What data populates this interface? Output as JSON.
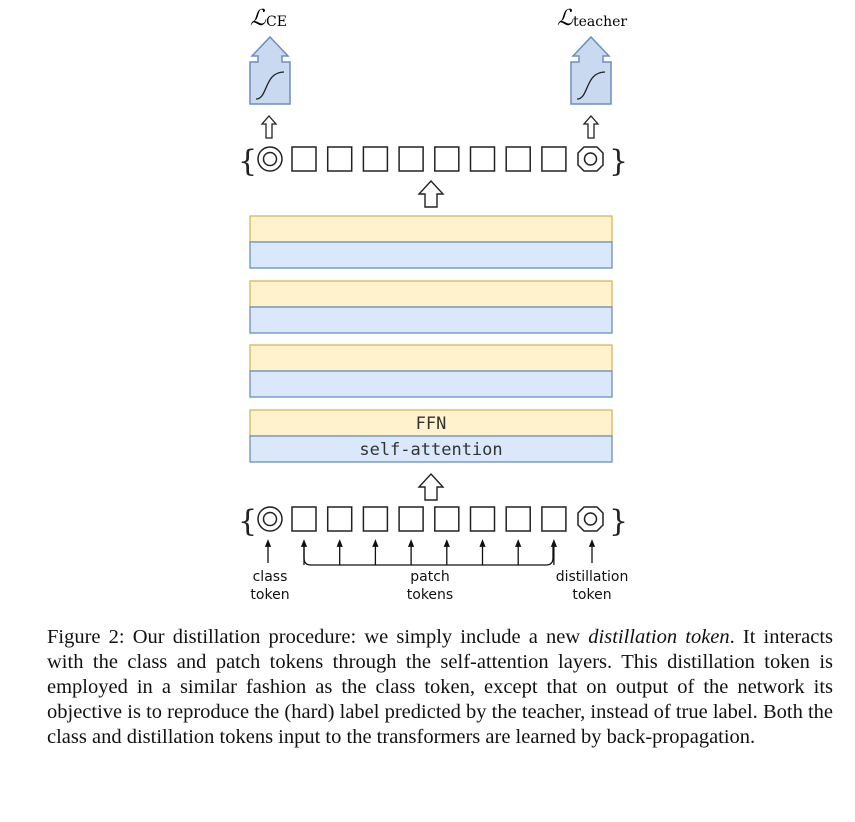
{
  "losses": {
    "left": {
      "symbol": "ℒ",
      "subscript": "CE"
    },
    "right": {
      "symbol": "ℒ",
      "subscript": "teacher"
    }
  },
  "layers": {
    "ffn_label": "FFN",
    "attention_label": "self-attention"
  },
  "tokens": {
    "patch_count": 8,
    "class_label_line1": "class",
    "class_label_line2": "token",
    "patch_label_line1": "patch",
    "patch_label_line2": "tokens",
    "distill_label_line1": "distillation",
    "distill_label_line2": "token",
    "brace_open": "{",
    "brace_close": "}"
  },
  "colors": {
    "ffn_fill": "#fff2cc",
    "ffn_stroke": "#d6b656",
    "attention_fill": "#dae8fc",
    "attention_stroke": "#6c8ebf",
    "outline": "#222222"
  },
  "caption": {
    "prefix": "Figure 2: Our distillation procedure: we simply include a new ",
    "emphasis": "distillation token",
    "suffix": ". It interacts with the class and patch tokens through the self-attention layers. This distillation token is employed in a similar fashion as the class token, except that on output of the network its objective is to reproduce the (hard) label predicted by the teacher, instead of true label. Both the class and distillation tokens input to the transformers are learned by back-propagation."
  }
}
